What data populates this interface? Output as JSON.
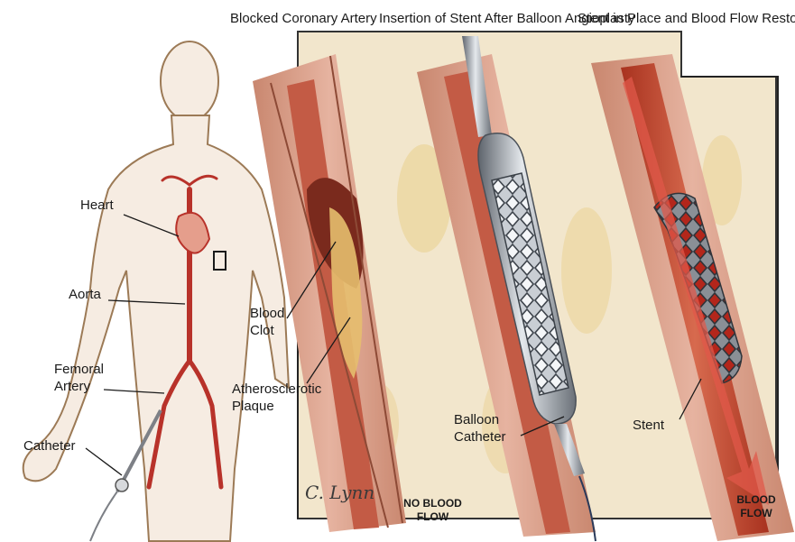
{
  "headers": {
    "blocked": "Blocked Coronary Artery",
    "insertion": "Insertion of Stent After Balloon Angioplasty",
    "restored": "Stent in Place and Blood Flow Restored"
  },
  "labels": {
    "heart": "Heart",
    "aorta": "Aorta",
    "femoral_artery": "Femoral Artery",
    "catheter": "Catheter",
    "blood_clot": "Blood Clot",
    "plaque": "Atherosclerotic Plaque",
    "balloon_catheter": "Balloon Catheter",
    "stent": "Stent",
    "no_blood_flow": "NO BLOOD FLOW",
    "blood_flow": "BLOOD FLOW"
  },
  "signature": "C. Lynn",
  "colors": {
    "artery_red": "#b8322a",
    "vessel_wall": "#d99a86",
    "tissue": "#f1e4c8",
    "plaque": "#e8c97a",
    "stent_metal": "#8e949c",
    "skin_outline": "#9c7a56"
  }
}
